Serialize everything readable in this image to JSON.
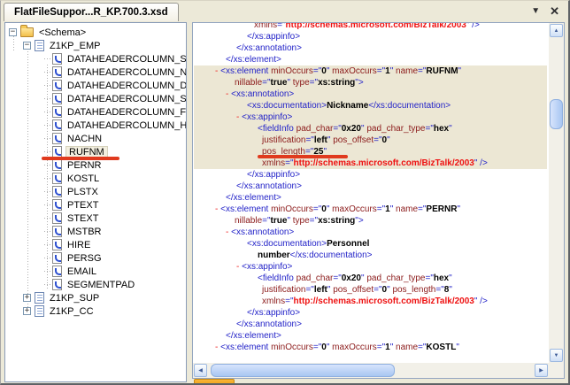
{
  "window": {
    "tab_title": "FlatFileSuppor...R_KP.700.3.xsd"
  },
  "icons": {
    "dropdown": "▼",
    "close": "✕",
    "scroll_up": "▲",
    "scroll_down": "▼",
    "scroll_left": "◀",
    "scroll_right": "▶",
    "collapse": "−",
    "expand": "+"
  },
  "colors": {
    "annotation_red": "#e03a1e",
    "tag_blue": "#2323c8",
    "attr_maroon": "#8b1a1a",
    "url_red": "#ee1111",
    "highlight_beige": "#ece7d4",
    "selection_beige": "#f3efdf",
    "chrome_beige": "#ece9d8"
  },
  "tree": {
    "items": [
      {
        "label": "<Schema>",
        "level": 0,
        "icon": "folder",
        "expander": "minus"
      },
      {
        "label": "Z1KP_EMP",
        "level": 1,
        "icon": "document",
        "expander": "minus"
      },
      {
        "label": "DATAHEADERCOLUMN_S",
        "level": 2,
        "icon": "field"
      },
      {
        "label": "DATAHEADERCOLUMN_N",
        "level": 2,
        "icon": "field"
      },
      {
        "label": "DATAHEADERCOLUMN_D",
        "level": 2,
        "icon": "field"
      },
      {
        "label": "DATAHEADERCOLUMN_S",
        "level": 2,
        "icon": "field"
      },
      {
        "label": "DATAHEADERCOLUMN_F",
        "level": 2,
        "icon": "field"
      },
      {
        "label": "DATAHEADERCOLUMN_H",
        "level": 2,
        "icon": "field"
      },
      {
        "label": "NACHN",
        "level": 2,
        "icon": "field"
      },
      {
        "label": "RUFNM",
        "level": 2,
        "icon": "field",
        "selected": true,
        "annotated": true
      },
      {
        "label": "PERNR",
        "level": 2,
        "icon": "field"
      },
      {
        "label": "KOSTL",
        "level": 2,
        "icon": "field"
      },
      {
        "label": "PLSTX",
        "level": 2,
        "icon": "field"
      },
      {
        "label": "PTEXT",
        "level": 2,
        "icon": "field"
      },
      {
        "label": "STEXT",
        "level": 2,
        "icon": "field"
      },
      {
        "label": "MSTBR",
        "level": 2,
        "icon": "field"
      },
      {
        "label": "HIRE",
        "level": 2,
        "icon": "field"
      },
      {
        "label": "PERSG",
        "level": 2,
        "icon": "field"
      },
      {
        "label": "EMAIL",
        "level": 2,
        "icon": "field"
      },
      {
        "label": "SEGMENTPAD",
        "level": 2,
        "icon": "field"
      },
      {
        "label": "Z1KP_SUP",
        "level": 1,
        "icon": "document",
        "expander": "plus"
      },
      {
        "label": "Z1KP_CC",
        "level": 1,
        "icon": "document",
        "expander": "plus"
      }
    ]
  },
  "xml": {
    "lines": [
      {
        "ind": 68,
        "tok": [
          [
            "a",
            "xmlns"
          ],
          [
            "t",
            "=\""
          ],
          [
            "u",
            "http://schemas.microsoft.com/BizTalk/2003"
          ],
          [
            "t",
            "\" />"
          ]
        ]
      },
      {
        "ind": 60,
        "tok": [
          [
            "t",
            "</xs:appinfo>"
          ]
        ]
      },
      {
        "ind": 48,
        "tok": [
          [
            "t",
            "</xs:annotation>"
          ]
        ]
      },
      {
        "ind": 36,
        "tok": [
          [
            "t",
            "</xs:element>"
          ]
        ]
      },
      {
        "ind": 24,
        "hl": true,
        "tok": [
          [
            "d",
            "- "
          ],
          [
            "t",
            "<xs:element "
          ],
          [
            "a",
            "minOccurs"
          ],
          [
            "t",
            "=\""
          ],
          [
            "v",
            "0"
          ],
          [
            "t",
            "\" "
          ],
          [
            "a",
            "maxOccurs"
          ],
          [
            "t",
            "=\""
          ],
          [
            "v",
            "1"
          ],
          [
            "t",
            "\" "
          ],
          [
            "a",
            "name"
          ],
          [
            "t",
            "=\""
          ],
          [
            "v",
            "RUFNM"
          ],
          [
            "t",
            "\""
          ]
        ]
      },
      {
        "ind": 46,
        "hl": true,
        "tok": [
          [
            "a",
            "nillable"
          ],
          [
            "t",
            "=\""
          ],
          [
            "v",
            "true"
          ],
          [
            "t",
            "\" "
          ],
          [
            "a",
            "type"
          ],
          [
            "t",
            "=\""
          ],
          [
            "v",
            "xs:string"
          ],
          [
            "t",
            "\">"
          ]
        ]
      },
      {
        "ind": 36,
        "hl": true,
        "tok": [
          [
            "d",
            "- "
          ],
          [
            "t",
            "<xs:annotation>"
          ]
        ]
      },
      {
        "ind": 60,
        "hl": true,
        "tok": [
          [
            "t",
            "<xs:documentation>"
          ],
          [
            "v",
            "Nickname"
          ],
          [
            "t",
            "</xs:documentation>"
          ]
        ]
      },
      {
        "ind": 48,
        "hl": true,
        "tok": [
          [
            "d",
            "- "
          ],
          [
            "t",
            "<xs:appinfo>"
          ]
        ]
      },
      {
        "ind": 72,
        "hl": true,
        "tok": [
          [
            "t",
            "<fieldInfo "
          ],
          [
            "a",
            "pad_char"
          ],
          [
            "t",
            "=\""
          ],
          [
            "v",
            "0x20"
          ],
          [
            "t",
            "\" "
          ],
          [
            "a",
            "pad_char_type"
          ],
          [
            "t",
            "=\""
          ],
          [
            "v",
            "hex"
          ],
          [
            "t",
            "\""
          ]
        ]
      },
      {
        "ind": 77,
        "hl": true,
        "tok": [
          [
            "a",
            "justification"
          ],
          [
            "t",
            "=\""
          ],
          [
            "v",
            "left"
          ],
          [
            "t",
            "\" "
          ],
          [
            "a",
            "pos_offset"
          ],
          [
            "t",
            "=\""
          ],
          [
            "v",
            "0"
          ],
          [
            "t",
            "\""
          ]
        ]
      },
      {
        "ind": 77,
        "hl": true,
        "annotated": true,
        "tok": [
          [
            "a",
            "pos_length"
          ],
          [
            "t",
            "=\""
          ],
          [
            "v",
            "25"
          ],
          [
            "t",
            "\""
          ]
        ]
      },
      {
        "ind": 77,
        "hl": true,
        "tok": [
          [
            "a",
            "xmlns"
          ],
          [
            "t",
            "=\""
          ],
          [
            "u",
            "http://schemas.microsoft.com/BizTalk/2003"
          ],
          [
            "t",
            "\" />"
          ]
        ]
      },
      {
        "ind": 60,
        "tok": [
          [
            "t",
            "</xs:appinfo>"
          ]
        ]
      },
      {
        "ind": 48,
        "tok": [
          [
            "t",
            "</xs:annotation>"
          ]
        ]
      },
      {
        "ind": 36,
        "tok": [
          [
            "t",
            "</xs:element>"
          ]
        ]
      },
      {
        "ind": 24,
        "tok": [
          [
            "d",
            "- "
          ],
          [
            "t",
            "<xs:element "
          ],
          [
            "a",
            "minOccurs"
          ],
          [
            "t",
            "=\""
          ],
          [
            "v",
            "0"
          ],
          [
            "t",
            "\" "
          ],
          [
            "a",
            "maxOccurs"
          ],
          [
            "t",
            "=\""
          ],
          [
            "v",
            "1"
          ],
          [
            "t",
            "\" "
          ],
          [
            "a",
            "name"
          ],
          [
            "t",
            "=\""
          ],
          [
            "v",
            "PERNR"
          ],
          [
            "t",
            "\""
          ]
        ]
      },
      {
        "ind": 46,
        "tok": [
          [
            "a",
            "nillable"
          ],
          [
            "t",
            "=\""
          ],
          [
            "v",
            "true"
          ],
          [
            "t",
            "\" "
          ],
          [
            "a",
            "type"
          ],
          [
            "t",
            "=\""
          ],
          [
            "v",
            "xs:string"
          ],
          [
            "t",
            "\">"
          ]
        ]
      },
      {
        "ind": 36,
        "tok": [
          [
            "d",
            "- "
          ],
          [
            "t",
            "<xs:annotation>"
          ]
        ]
      },
      {
        "ind": 60,
        "tok": [
          [
            "t",
            "<xs:documentation>"
          ],
          [
            "v",
            "Personnel"
          ]
        ]
      },
      {
        "ind": 72,
        "tok": [
          [
            "v",
            "number"
          ],
          [
            "t",
            "</xs:documentation>"
          ]
        ]
      },
      {
        "ind": 48,
        "tok": [
          [
            "d",
            "- "
          ],
          [
            "t",
            "<xs:appinfo>"
          ]
        ]
      },
      {
        "ind": 72,
        "tok": [
          [
            "t",
            "<fieldInfo "
          ],
          [
            "a",
            "pad_char"
          ],
          [
            "t",
            "=\""
          ],
          [
            "v",
            "0x20"
          ],
          [
            "t",
            "\" "
          ],
          [
            "a",
            "pad_char_type"
          ],
          [
            "t",
            "=\""
          ],
          [
            "v",
            "hex"
          ],
          [
            "t",
            "\""
          ]
        ]
      },
      {
        "ind": 77,
        "tok": [
          [
            "a",
            "justification"
          ],
          [
            "t",
            "=\""
          ],
          [
            "v",
            "left"
          ],
          [
            "t",
            "\" "
          ],
          [
            "a",
            "pos_offset"
          ],
          [
            "t",
            "=\""
          ],
          [
            "v",
            "0"
          ],
          [
            "t",
            "\" "
          ],
          [
            "a",
            "pos_length"
          ],
          [
            "t",
            "=\""
          ],
          [
            "v",
            "8"
          ],
          [
            "t",
            "\""
          ]
        ]
      },
      {
        "ind": 77,
        "tok": [
          [
            "a",
            "xmlns"
          ],
          [
            "t",
            "=\""
          ],
          [
            "u",
            "http://schemas.microsoft.com/BizTalk/2003"
          ],
          [
            "t",
            "\" />"
          ]
        ]
      },
      {
        "ind": 60,
        "tok": [
          [
            "t",
            "</xs:appinfo>"
          ]
        ]
      },
      {
        "ind": 48,
        "tok": [
          [
            "t",
            "</xs:annotation>"
          ]
        ]
      },
      {
        "ind": 36,
        "tok": [
          [
            "t",
            "</xs:element>"
          ]
        ]
      },
      {
        "ind": 24,
        "tok": [
          [
            "d",
            "- "
          ],
          [
            "t",
            "<xs:element "
          ],
          [
            "a",
            "minOccurs"
          ],
          [
            "t",
            "=\""
          ],
          [
            "v",
            "0"
          ],
          [
            "t",
            "\" "
          ],
          [
            "a",
            "maxOccurs"
          ],
          [
            "t",
            "=\""
          ],
          [
            "v",
            "1"
          ],
          [
            "t",
            "\" "
          ],
          [
            "a",
            "name"
          ],
          [
            "t",
            "=\""
          ],
          [
            "v",
            "KOSTL"
          ],
          [
            "t",
            "\""
          ]
        ]
      }
    ]
  }
}
